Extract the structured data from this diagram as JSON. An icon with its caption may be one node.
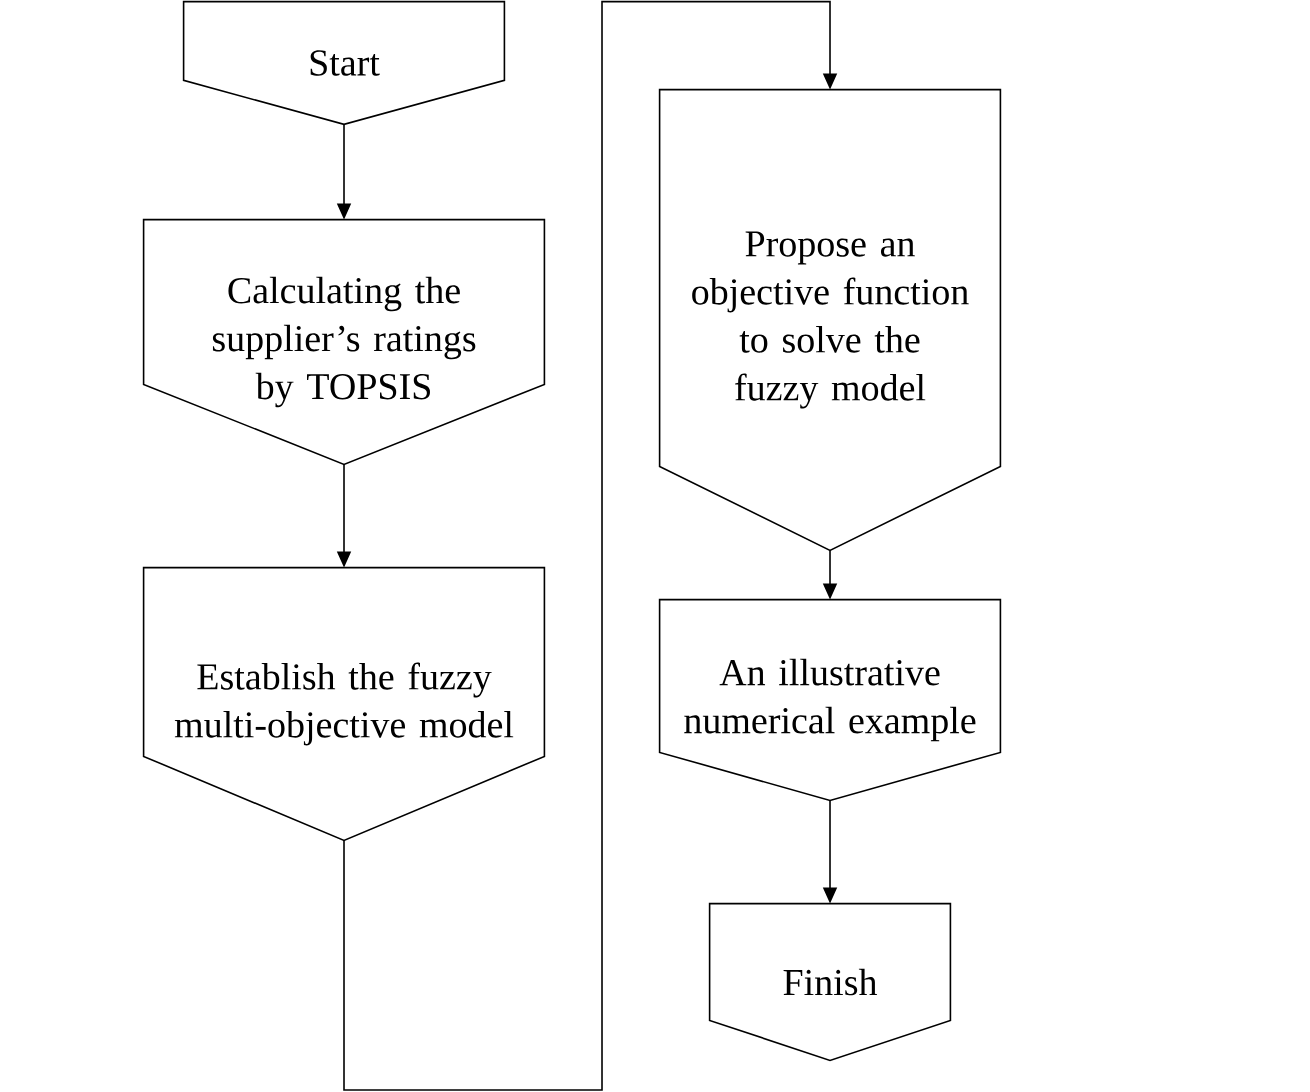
{
  "diagram": {
    "nodes": [
      {
        "text": [
          "Start"
        ]
      },
      {
        "text": [
          "Calculating the supplier’s ratings by TOPSIS"
        ]
      },
      {
        "text": [
          "Establish the fuzzy multi-objective model"
        ]
      },
      {
        "text": [
          "Propose an objective function to solve the fuzzy model"
        ]
      },
      {
        "text": [
          "An illustrative numerical example"
        ]
      },
      {
        "text": [
          "Finish"
        ]
      }
    ],
    "edges": [
      {
        "from": 0,
        "to": 1,
        "arrow": "to"
      },
      {
        "from": 1,
        "to": 2,
        "arrow": "to"
      },
      {
        "from": 2,
        "to": 3,
        "arrow": "to"
      },
      {
        "from": 3,
        "to": 4,
        "arrow": "to"
      },
      {
        "from": 4,
        "to": 5,
        "arrow": "to"
      }
    ]
  }
}
